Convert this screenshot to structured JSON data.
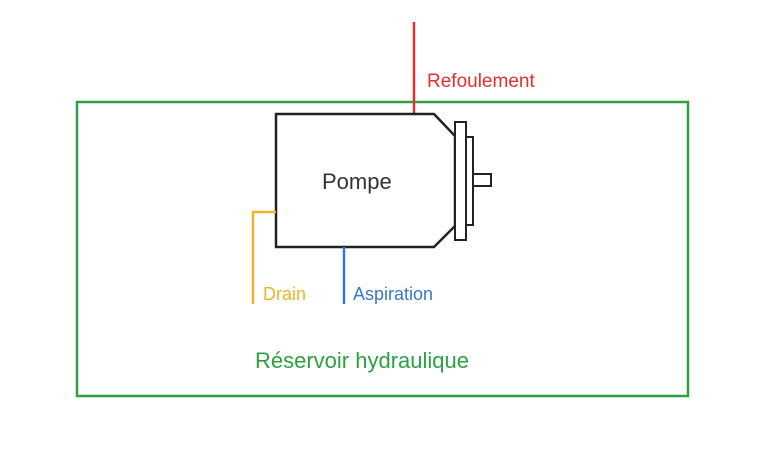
{
  "diagram": {
    "pump_label": "Pompe",
    "outlet_label": "Refoulement",
    "inlet_label": "Aspiration",
    "drain_label": "Drain",
    "reservoir_label": "Réservoir hydraulique"
  },
  "colors": {
    "reservoir": "#2ea043",
    "outlet": "#e03030",
    "inlet": "#3a78c8",
    "drain": "#f0b429",
    "pump": "#222222",
    "pump_text": "#333333"
  }
}
